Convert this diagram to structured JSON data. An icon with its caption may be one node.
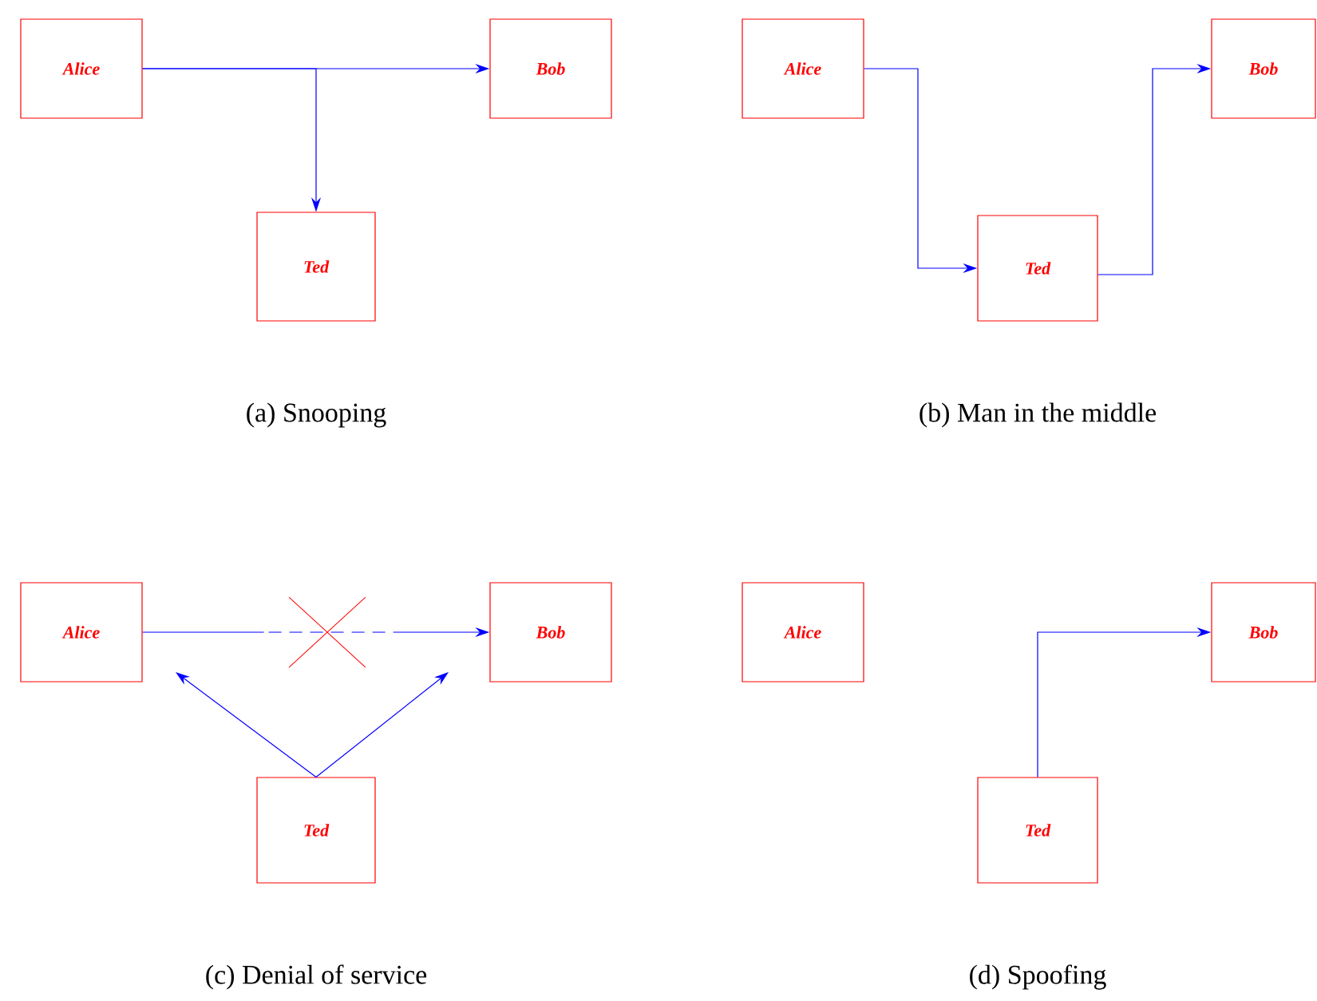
{
  "diagram": {
    "nodes": [
      {
        "text": [
          "Alice"
        ]
      },
      {
        "text": [
          "Bob"
        ]
      },
      {
        "text": [
          "Ted"
        ]
      },
      {
        "text": [
          "Alice"
        ]
      },
      {
        "text": [
          "Bob"
        ]
      },
      {
        "text": [
          "Ted"
        ]
      },
      {
        "text": [
          "Alice"
        ]
      },
      {
        "text": [
          "Bob"
        ]
      },
      {
        "text": [
          "Ted"
        ]
      },
      {
        "text": [
          "Alice"
        ]
      },
      {
        "text": [
          "Bob"
        ]
      },
      {
        "text": [
          "Ted"
        ]
      }
    ],
    "edges": [
      {
        "from": 0,
        "to": 1,
        "arrow": "to"
      },
      {
        "from": 0,
        "to": 2,
        "arrow": "to"
      },
      {
        "from": 3,
        "to": 5,
        "arrow": "to"
      },
      {
        "from": 5,
        "to": 4,
        "arrow": "to"
      },
      {
        "from": 6,
        "to": 7,
        "arrow": "to",
        "style": "dashed"
      },
      {
        "from": 8,
        "to": null,
        "arrow": "to"
      },
      {
        "from": 8,
        "to": null,
        "arrow": "to"
      },
      {
        "from": 11,
        "to": 10,
        "arrow": "to"
      }
    ],
    "labels": [
      "(a) Snooping",
      "(b) Man in the middle",
      "(c) Denial of service",
      "(d) Spoofing"
    ]
  }
}
